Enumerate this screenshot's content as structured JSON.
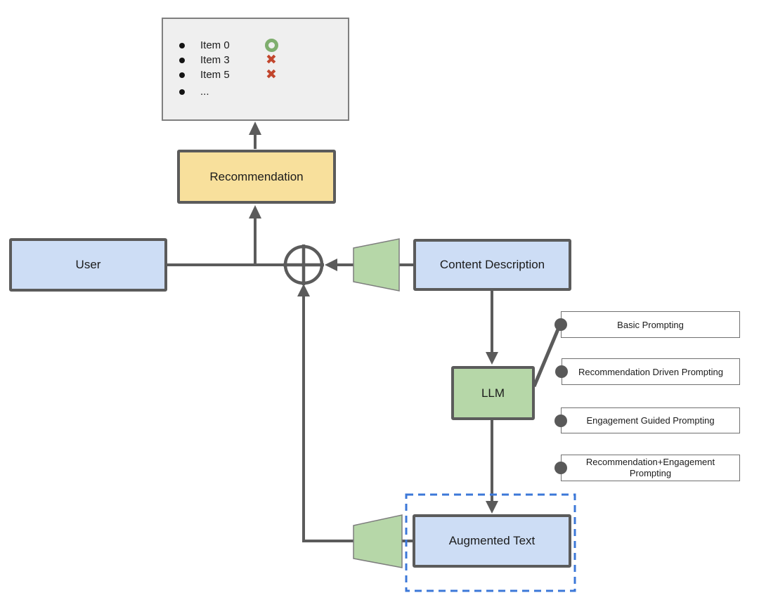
{
  "diagram": {
    "items_panel": {
      "items": [
        {
          "label": "Item 0",
          "status": "accepted"
        },
        {
          "label": "Item 3",
          "status": "rejected"
        },
        {
          "label": "Item 5",
          "status": "rejected"
        },
        {
          "label": "...",
          "status": "none"
        }
      ]
    },
    "nodes": {
      "recommendation": "Recommendation",
      "user": "User",
      "content_description": "Content Description",
      "llm": "LLM",
      "augmented_text": "Augmented Text"
    },
    "prompting_options": [
      "Basic Prompting",
      "Recommendation Driven Prompting",
      "Engagement Guided Prompting",
      "Recommendation+Engagement Prompting"
    ],
    "icons": {
      "reject_glyph": "✖"
    },
    "colors": {
      "node_blue": "#cdddf5",
      "node_yellow": "#f8e09c",
      "node_green": "#b6d7a8",
      "panel_gray": "#efefef",
      "line_dark": "#5b5b5b",
      "dashed_blue": "#3c78d8",
      "accept_green": "#7fae6e",
      "reject_red": "#c2462d"
    }
  }
}
